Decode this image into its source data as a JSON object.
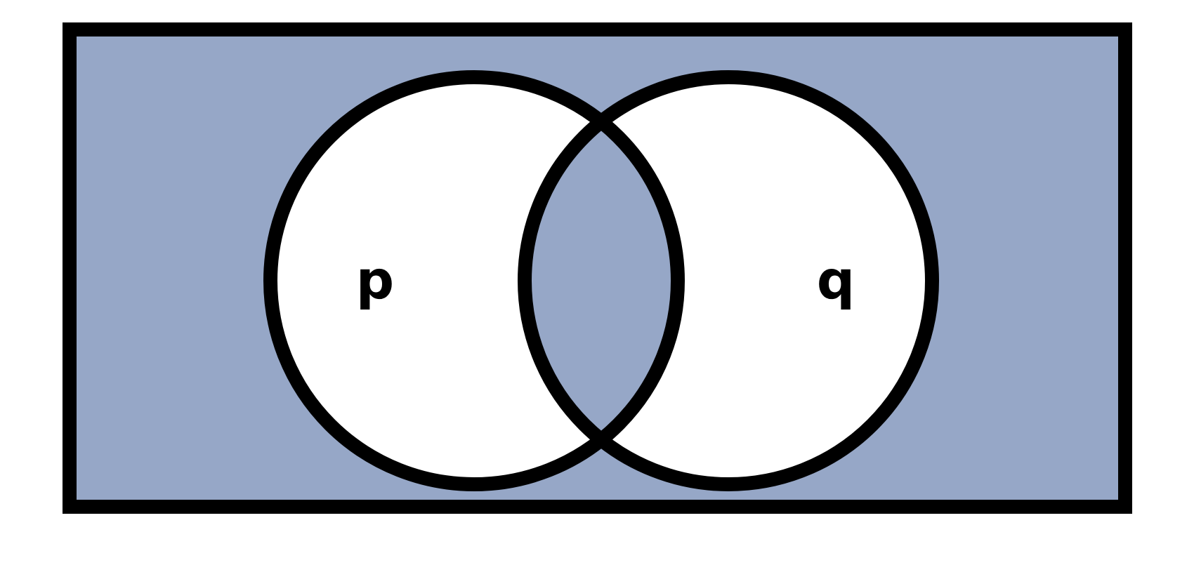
{
  "diagram": {
    "type": "venn",
    "sets": [
      {
        "id": "p",
        "label": "p"
      },
      {
        "id": "q",
        "label": "q"
      }
    ],
    "shaded_regions": [
      "outside-both",
      "intersection"
    ],
    "unshaded_regions": [
      "p-only",
      "q-only"
    ],
    "colors": {
      "shade": "#96a7c7",
      "unshaded": "#ffffff",
      "outline": "#000000"
    }
  }
}
